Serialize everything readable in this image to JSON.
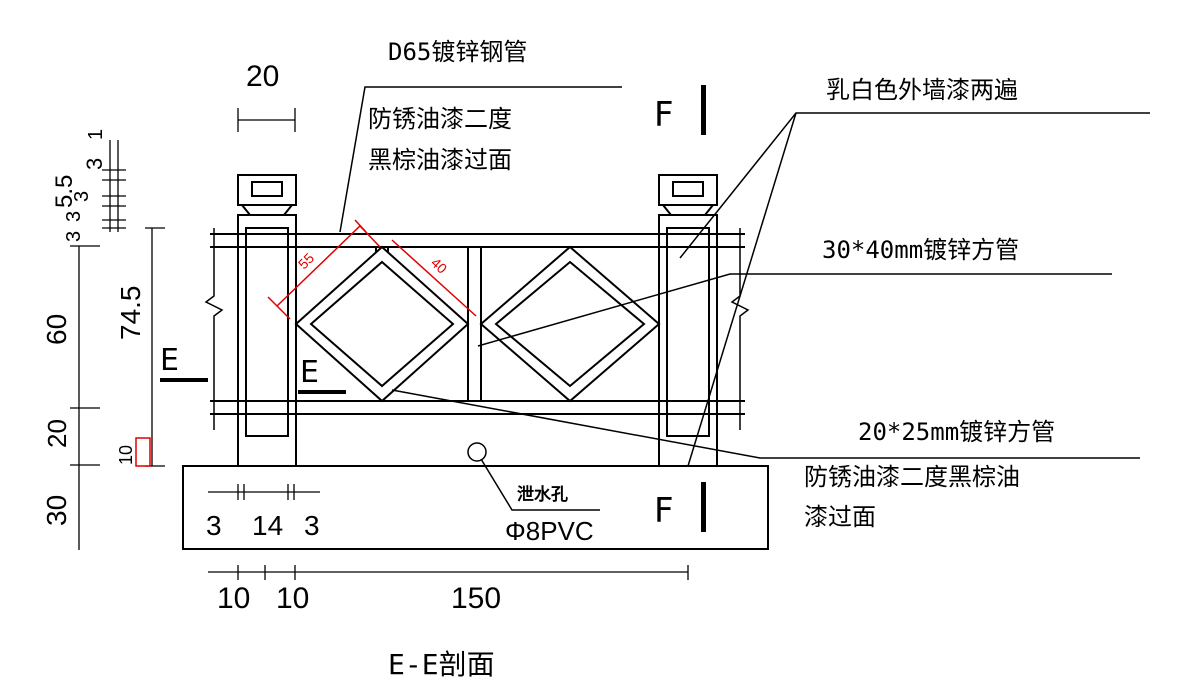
{
  "labels": {
    "pipe_d65": "D65镀锌钢管",
    "antirust_1": "防锈油漆二度",
    "black_brown_1": "黑棕油漆过面",
    "milk_white": "乳白色外墙漆两遍",
    "square_tube_30x40": "30*40mm镀锌方管",
    "square_tube_20x25": "20*25mm镀锌方管",
    "antirust_2_line1": "防锈油漆二度黑棕油",
    "antirust_2_line2": "漆过面",
    "drain_hole": "泄水孔",
    "pvc": "Φ8PVC",
    "section_title": "E-E剖面"
  },
  "section_marks": {
    "e_left": "E",
    "e_inner": "E",
    "f_top": "F",
    "f_bottom": "F"
  },
  "dimensions": {
    "top_post_width": "20",
    "left_5_5": "5.5",
    "left_3a": "3",
    "left_1": "1",
    "left_3b": "3",
    "left_3c": "3",
    "left_3d": "3",
    "left_60": "60",
    "left_74_5": "74.5",
    "left_20": "20",
    "left_10": "10",
    "left_30": "30",
    "base_3a": "3",
    "base_14": "14",
    "base_3b": "3",
    "bottom_10a": "10",
    "bottom_10b": "10",
    "bottom_150": "150",
    "diag_55": "55",
    "diag_40": "40"
  }
}
